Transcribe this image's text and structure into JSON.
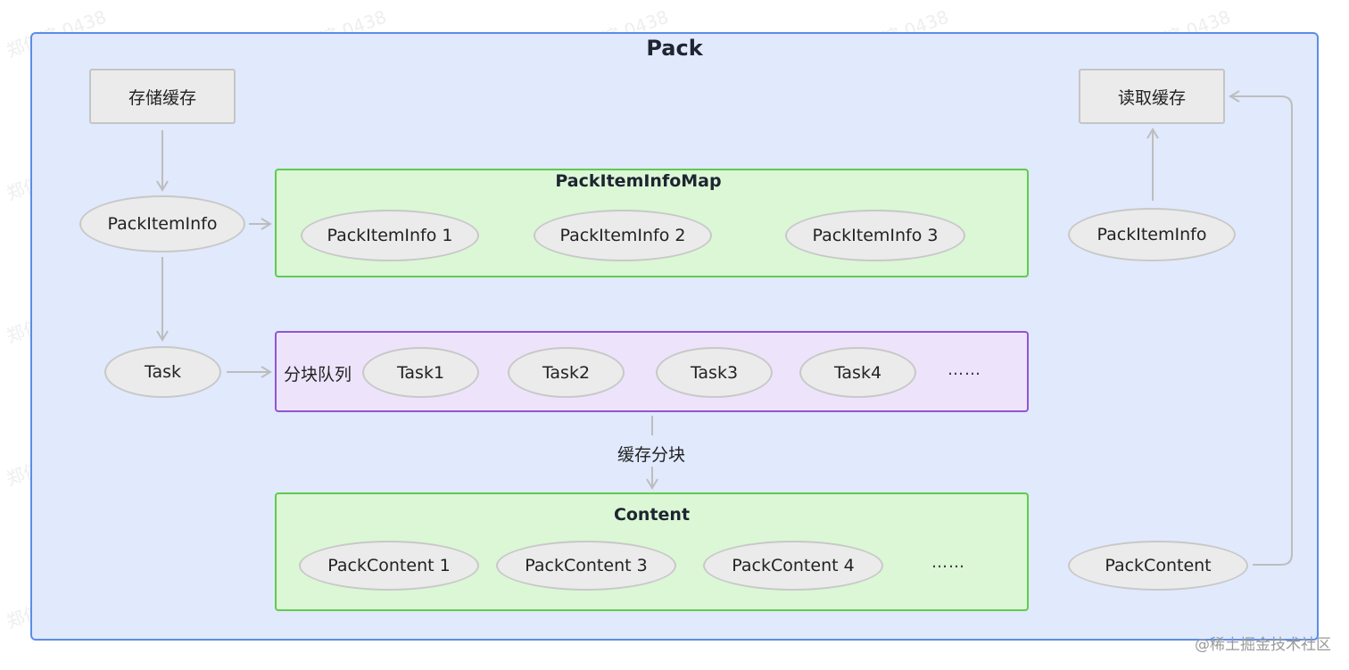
{
  "diagram": {
    "title": "Pack",
    "store_cache": "存储缓存",
    "read_cache": "读取缓存",
    "left_pack_item_info": "PackItemInfo",
    "right_pack_item_info": "PackItemInfo",
    "left_task": "Task",
    "right_pack_content": "PackContent",
    "chunk_cache_label": "缓存分块",
    "map_group": {
      "title": "PackItemInfoMap",
      "items": [
        "PackItemInfo 1",
        "PackItemInfo 2",
        "PackItemInfo 3"
      ]
    },
    "queue_group": {
      "label": "分块队列",
      "items": [
        "Task1",
        "Task2",
        "Task3",
        "Task4"
      ],
      "ellipsis": "……"
    },
    "content_group": {
      "title": "Content",
      "items": [
        "PackContent 1",
        "PackContent 3",
        "PackContent 4"
      ],
      "ellipsis": "……"
    }
  },
  "watermark": "郑伟滨 0438",
  "credit": "@稀土掘金技术社区",
  "colors": {
    "pack_bg": "#e1e9fd",
    "pack_border": "#5b8de6",
    "green_bg": "#dbf7d6",
    "green_border": "#5fcc4c",
    "purple_bg": "#ede4fb",
    "purple_border": "#9254d6",
    "node_bg": "#ebebeb",
    "arrow": "#bdbdbd"
  }
}
